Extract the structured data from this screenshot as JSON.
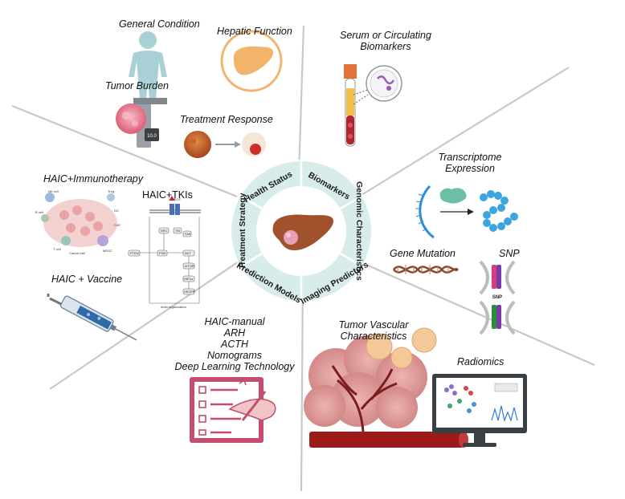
{
  "center": {
    "segments": [
      "Health Status",
      "Biomarkers",
      "Genomic Characteristics",
      "Imaging Predictors",
      "Prediction Models",
      "Treatment Strategy"
    ],
    "ring_color": "#d9ecec",
    "inner_icon": "liver-icon"
  },
  "health_status": {
    "general_condition": "General Condition",
    "hepatic_function": "Hepatic Function",
    "tumor_burden": "Tumor Burden",
    "treatment_response": "Treatment Response",
    "caliper_value": "10.0"
  },
  "biomarkers": {
    "label": "Serum or Circulating Biomarkers"
  },
  "genomic": {
    "transcriptome": "Transcriptome Expression",
    "gene_mutation": "Gene Mutation",
    "snp": "SNP",
    "snp_small": "SNP"
  },
  "imaging": {
    "tumor_vascular": "Tumor Vascular Characteristics",
    "radiomics": "Radiomics"
  },
  "prediction_models": {
    "items": [
      "HAIC-manual",
      "ARH",
      "ACTH",
      "Nomograms",
      "Deep Learning Technology"
    ]
  },
  "treatment": {
    "immunotherapy": "HAIC+Immunotherapy",
    "tkis": "HAIC+TKIs",
    "vaccine": "HAIC + Vaccine",
    "pathway_nodes": [
      "VEGF",
      "SRC",
      "TKI",
      "PTEN",
      "PI3K",
      "AKT",
      "mTOR",
      "HIF1α",
      "VEGFR",
      "FAK"
    ],
    "pathway_caption": "Actin organization",
    "immune_cells": [
      "NK cell",
      "Treg",
      "B cell",
      "DC",
      "T cell",
      "Cancer cell",
      "MDSC",
      "CAF"
    ]
  },
  "colors": {
    "divider": "#c8c8c8",
    "ring": "#d9ecec",
    "liver": "#a0522d",
    "liver_light": "#f2b46b",
    "tumor": "#e8a0b8",
    "blood": "#b0262e",
    "dna": "#2a8fd6",
    "checklist": "#c44e6d"
  }
}
